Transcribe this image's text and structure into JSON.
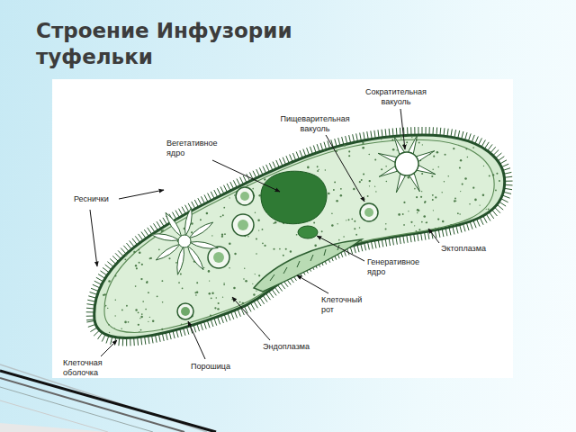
{
  "diagram": {
    "title": "Строение Инфузории туфельки",
    "labels": [
      "Сократительная вакуоль",
      "Пищеварительная вакуоль",
      "Вегетативное ядро",
      "Реснички",
      "Эктоплазма",
      "Генеративное ядро",
      "Клеточный рот",
      "Эндоплазма",
      "Клеточная оболочка",
      "Порошица"
    ]
  }
}
